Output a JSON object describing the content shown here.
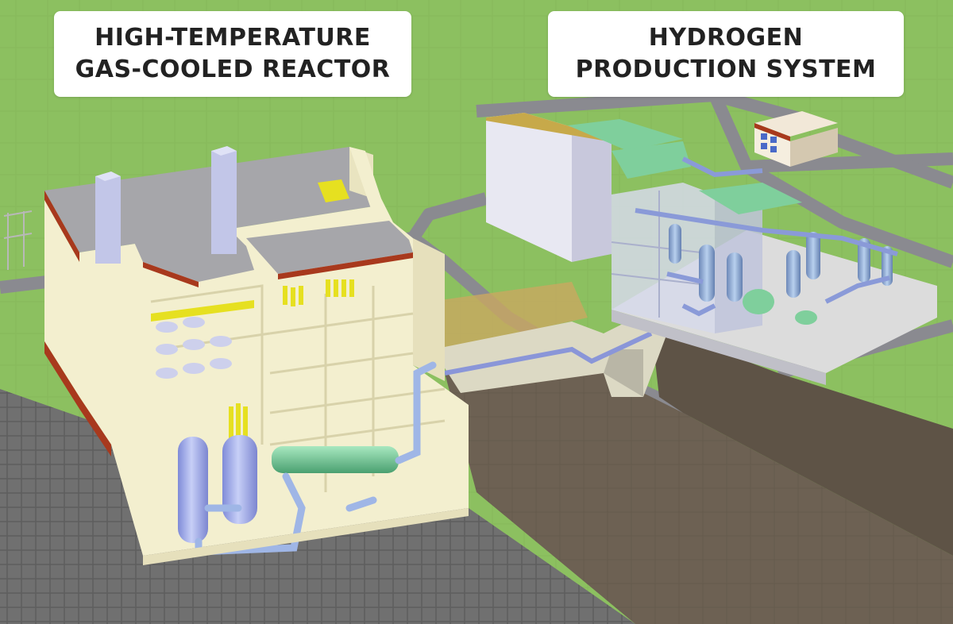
{
  "labels": {
    "reactor": {
      "line1": "HIGH-TEMPERATURE",
      "line2": "GAS-COOLED REACTOR"
    },
    "hydrogen": {
      "line1": "HYDROGEN",
      "line2": "PRODUCTION SYSTEM"
    }
  },
  "colors": {
    "grass": "#8cc060",
    "road": "#8a8a90",
    "soil": "#6b5e50",
    "concrete": "#f3efcf",
    "roof": "#a8a8ac",
    "brick": "#a0381c",
    "crane": "#e6e020",
    "vessel": "#a9b3ee",
    "pipe": "#9fb6e6",
    "heat_exchanger": "#78d0a0"
  }
}
